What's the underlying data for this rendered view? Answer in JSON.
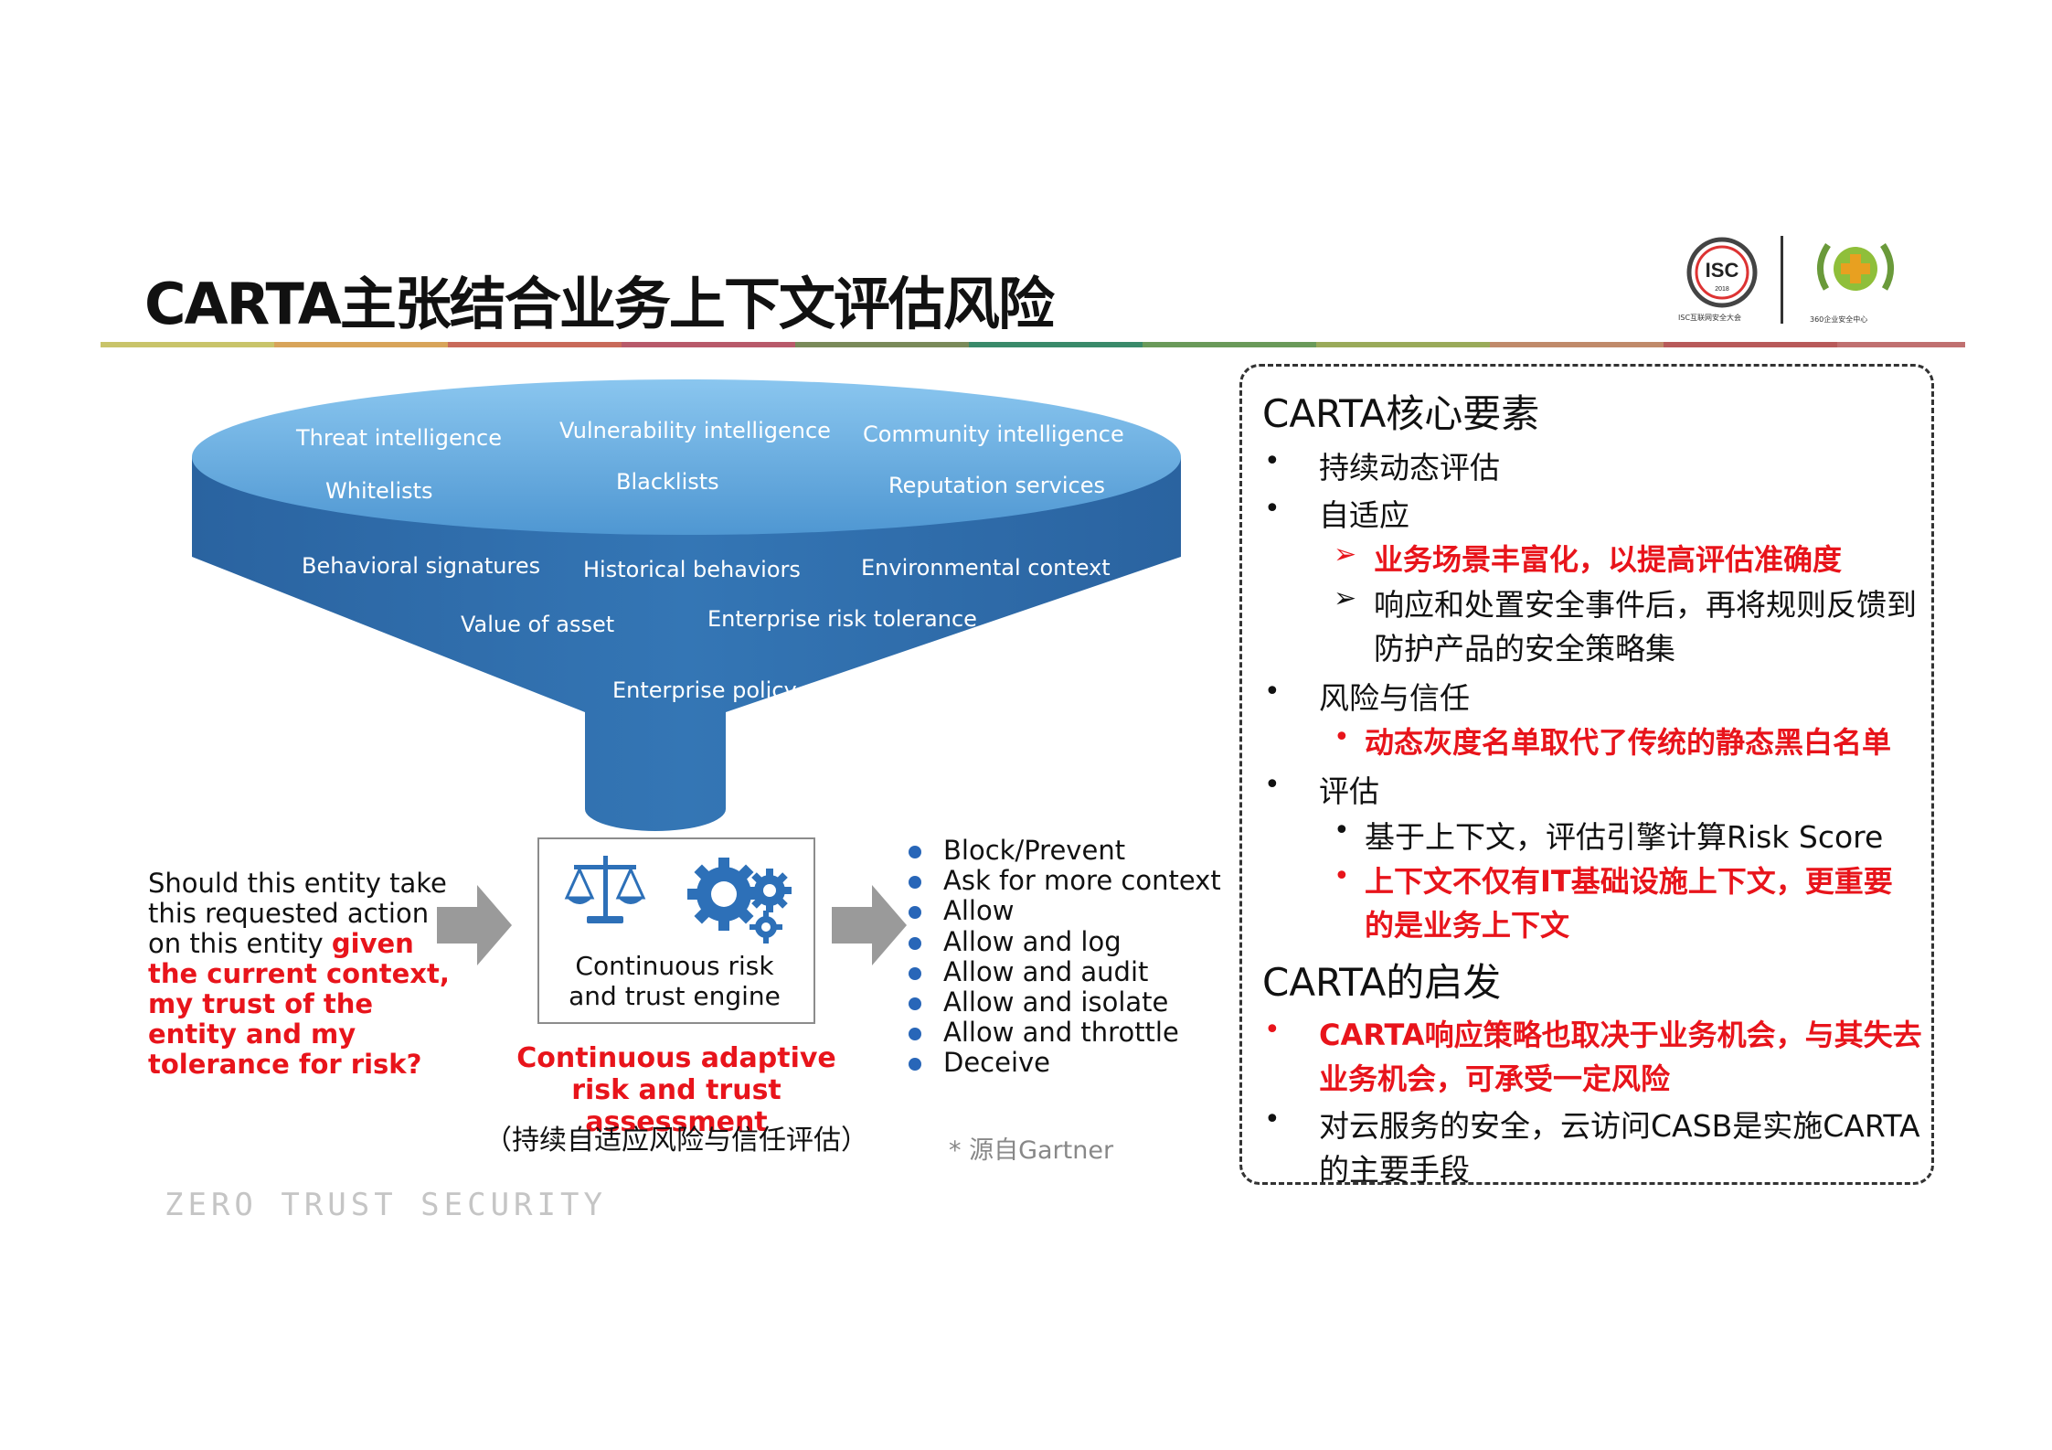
{
  "title": "CARTA主张结合业务上下文评估风险",
  "logos": {
    "isc": "ISC",
    "isc_caption": "ISC互联网安全大会",
    "green_caption": "360企业安全中心"
  },
  "colors": {
    "accent_red": "#e8141b",
    "funnel_top": "#6bb2e6",
    "funnel_body": "#2d6aa6",
    "bullet_blue": "#2866b8"
  },
  "funnel": {
    "top_items": [
      "Threat intelligence",
      "Vulnerability intelligence",
      "Community intelligence",
      "Whitelists",
      "Blacklists",
      "Reputation services"
    ],
    "body_items": [
      "Behavioral signatures",
      "Historical behaviors",
      "Environmental context",
      "Value of asset",
      "Enterprise risk tolerance",
      "Enterprise policy"
    ]
  },
  "question": {
    "plain": "Should this entity take this requested action on this entity ",
    "highlight": "given the current context, my trust of the entity and my tolerance for risk?"
  },
  "engine": {
    "label": "Continuous risk and trust engine",
    "icons": [
      "scales-icon",
      "gears-icon"
    ],
    "caption_en": "Continuous adaptive risk and trust assessment",
    "caption_cn": "（持续自适应风险与信任评估）"
  },
  "actions": [
    "Block/Prevent",
    "Ask for more context",
    "Allow",
    "Allow and log",
    "Allow and audit",
    "Allow and isolate",
    "Allow and throttle",
    "Deceive"
  ],
  "source_note": "* 源自Gartner",
  "watermark": "ZERO TRUST SECURITY",
  "panel": {
    "heading1": "CARTA核心要素",
    "item1": "持续动态评估",
    "item2": "自适应",
    "item2_sub1": "业务场景丰富化，以提高评估准确度",
    "item2_sub2_line1": "响应和处置安全事件后，再将规则反馈到",
    "item2_sub2_line2": "防护产品的安全策略集",
    "item3": "风险与信任",
    "item3_sub1": "动态灰度名单取代了传统的静态黑白名单",
    "item4": "评估",
    "item4_sub1": "基于上下文，评估引擎计算Risk Score",
    "item4_sub2_line1": "上下文不仅有IT基础设施上下文，更重要",
    "item4_sub2_line2": "的是业务上下文",
    "heading2": "CARTA的启发",
    "item5_line1": "CARTA响应策略也取决于业务机会，与其失去",
    "item5_line2": "业务机会，可承受一定风险",
    "item6_line1": "对云服务的安全，云访问CASB是实施CARTA",
    "item6_line2": "的主要手段"
  }
}
